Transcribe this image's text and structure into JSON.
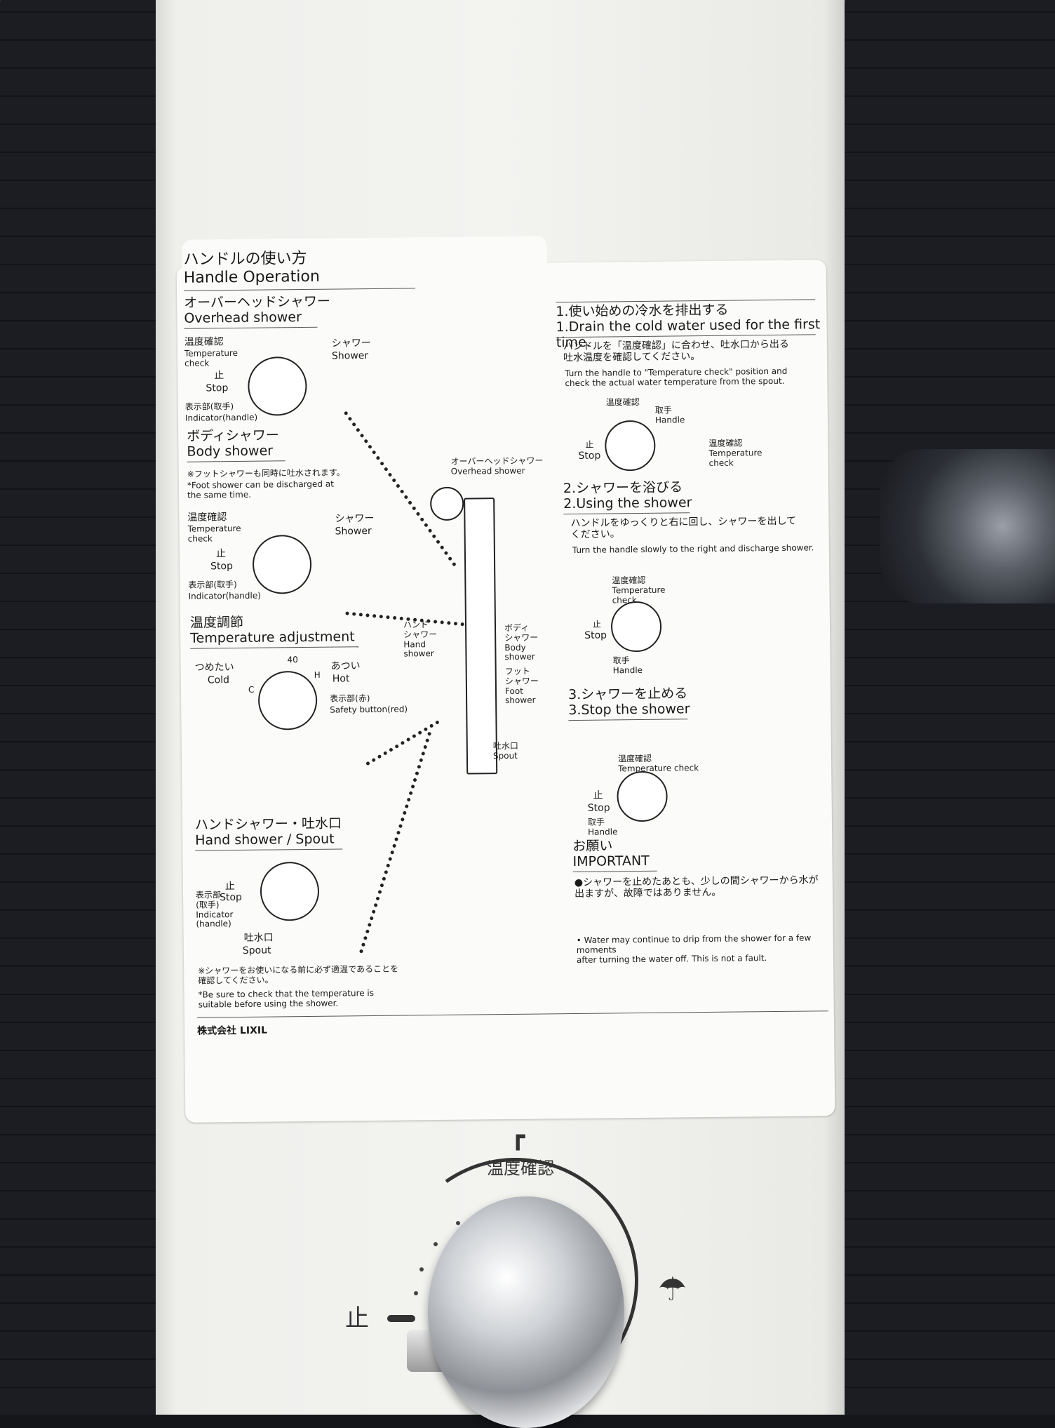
{
  "title": {
    "jp": "ハンドルの使い方",
    "en": "Handle Operation"
  },
  "overhead": {
    "jp": "オーバーヘッドシャワー",
    "en": "Overhead shower",
    "temp_jp": "温度確認",
    "temp_en": "Temperature\ncheck",
    "shower_jp": "シャワー",
    "shower_en": "Shower",
    "stop_jp": "止",
    "stop_en": "Stop",
    "indicator_jp": "表示部(取手)",
    "indicator_en": "Indicator(handle)"
  },
  "body": {
    "jp": "ボディシャワー",
    "en": "Body shower",
    "note_jp": "※フットシャワーも同時に吐水されます。",
    "note_en": "*Foot shower can be discharged at\n  the same time.",
    "temp_jp": "温度確認",
    "temp_en": "Temperature\ncheck",
    "shower_jp": "シャワー",
    "shower_en": "Shower",
    "stop_jp": "止",
    "stop_en": "Stop",
    "indicator_jp": "表示部(取手)",
    "indicator_en": "Indicator(handle)"
  },
  "tempadj": {
    "jp": "温度調節",
    "en": "Temperature adjustment",
    "cold_jp": "つめたい",
    "cold_en": "Cold",
    "hot_jp": "あつい",
    "hot_en": "Hot",
    "mark": "40",
    "c": "C",
    "h": "H",
    "safety_jp": "表示部(赤)",
    "safety_en": "Safety button(red)"
  },
  "hand": {
    "jp": "ハンドシャワー・吐水口",
    "en": "Hand shower / Spout",
    "stop_jp": "止",
    "stop_en": "Stop",
    "indicator": "表示部\n(取手)\nIndicator\n(handle)",
    "spout_jp": "吐水口",
    "spout_en": "Spout",
    "note_jp": "※シャワーをお使いになる前に必ず適温であることを\n  確認してください。",
    "note_en": "*Be sure to check that the temperature is\n  suitable before using the shower."
  },
  "diagram": {
    "overhead": "オーバーヘッドシャワー\nOverhead shower",
    "hand": "ハンド\nシャワー\nHand\nshower",
    "body": "ボディ\nシャワー\nBody\nshower",
    "foot": "フット\nシャワー\nFoot\nshower",
    "spout": "吐水口\nSpout"
  },
  "step1": {
    "jp": "1.使い始めの冷水を排出する",
    "en": "1.Drain the cold water used for the first time.",
    "desc_jp": "ハンドルを「温度確認」に合わせ、吐水口から出る\n吐水温度を確認してください。",
    "desc_en": "Turn the handle to \"Temperature check\" position and\ncheck the actual water temperature from the spout.",
    "temp_jp": "温度確認",
    "temp_en": "Temperature\ncheck",
    "handle_jp": "取手",
    "handle_en": "Handle",
    "stop_jp": "止",
    "stop_en": "Stop",
    "check": "温度確認\nTemperature\ncheck"
  },
  "step2": {
    "jp": "2.シャワーを浴びる",
    "en": "2.Using the shower",
    "desc_jp": "ハンドルをゆっくりと右に回し、シャワーを出して\nください。",
    "desc_en": "Turn the handle slowly to the right and discharge shower.",
    "temp": "温度確認\nTemperature\ncheck",
    "stop_jp": "止",
    "stop_en": "Stop",
    "handle": "取手\nHandle"
  },
  "step3": {
    "jp": "3.シャワーを止める",
    "en": "3.Stop the shower",
    "temp": "温度確認\nTemperature check",
    "stop_jp": "止",
    "stop_en": "Stop",
    "handle": "取手\nHandle"
  },
  "important": {
    "jp": "お願い",
    "en": "IMPORTANT",
    "text_jp": "●シャワーを止めたあとも、少しの間シャワーから水が\n  出ますが、故障ではありません。",
    "text_en": "• Water may continue to drip from the shower for a few moments\n  after turning the water off. This is not a fault."
  },
  "maker": "株式会社 LIXIL",
  "hardware": {
    "temp_label": "温度確認",
    "stop_label": "止",
    "temp_icon": "faucet-icon",
    "shower_icon": "shower-icon"
  }
}
